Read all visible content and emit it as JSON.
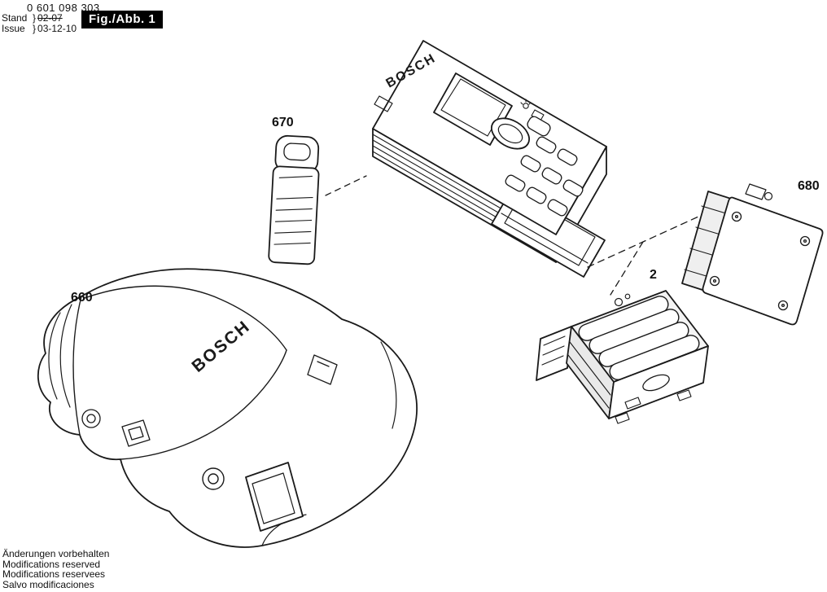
{
  "header": {
    "part_number": "0 601 098 303",
    "stand_label": "Stand",
    "issue_label": "Issue",
    "brace": "}",
    "superseded_date": "02-07",
    "issue_date": "03-12-10",
    "figure_label": "Fig./Abb. 1"
  },
  "diagram": {
    "brand": "BOSCH",
    "callouts": [
      {
        "id": "670"
      },
      {
        "id": "680"
      },
      {
        "id": "2"
      },
      {
        "id": "660"
      }
    ]
  },
  "footer": {
    "line1": "Änderungen vorbehalten",
    "line2": "Modifications reserved",
    "line3": "Modifications reservees",
    "line4": "Salvo modificaciones"
  }
}
